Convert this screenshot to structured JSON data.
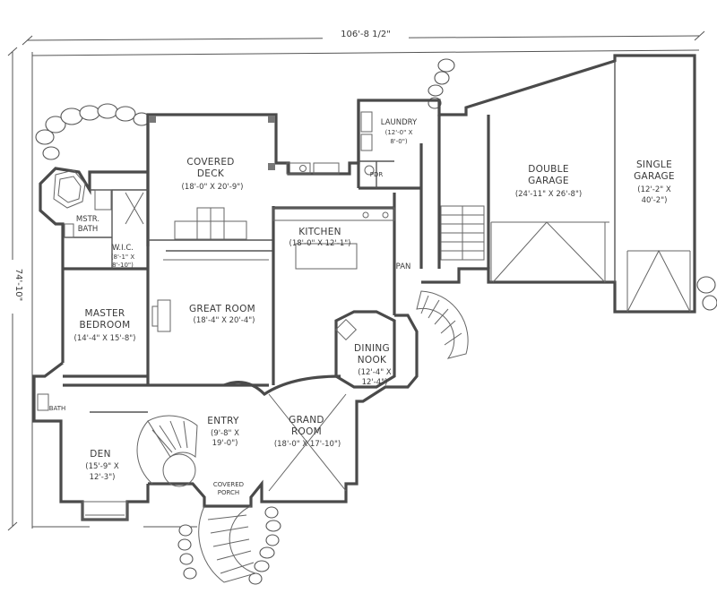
{
  "dimensions": {
    "overall_width": "106'-8 1/2\"",
    "overall_depth": "74'-10\""
  },
  "rooms": {
    "covered_deck": {
      "name_line1": "COVERED",
      "name_line2": "DECK",
      "size": "(18'-0\" X 20'-9\")"
    },
    "laundry": {
      "name": "LAUNDRY",
      "size_line1": "(12'-0\" X",
      "size_line2": "8'-0\")"
    },
    "double_garage": {
      "name_line1": "DOUBLE",
      "name_line2": "GARAGE",
      "size": "(24'-11\" X 26'-8\")"
    },
    "single_garage": {
      "name_line1": "SINGLE",
      "name_line2": "GARAGE",
      "size_line1": "(12'-2\" X",
      "size_line2": "40'-2\")"
    },
    "master_bath": {
      "name_line1": "MSTR.",
      "name_line2": "BATH"
    },
    "wic": {
      "name": "W.I.C.",
      "size_line1": "(8'-1\" X",
      "size_line2": "8'-10\")"
    },
    "kitchen": {
      "name": "KITCHEN",
      "size": "(18'-0\" X 12'-1\")"
    },
    "great_room": {
      "name": "GREAT ROOM",
      "size": "(18'-4\" X 20'-4\")"
    },
    "master_bedroom": {
      "name_line1": "MASTER",
      "name_line2": "BEDROOM",
      "size": "(14'-4\" X 15'-8\")"
    },
    "pantry": {
      "name": "PAN"
    },
    "dining_nook": {
      "name_line1": "DINING",
      "name_line2": "NOOK",
      "size_line1": "(12'-4\" X",
      "size_line2": "12'-4\")"
    },
    "bath": {
      "name": "BATH"
    },
    "entry": {
      "name": "ENTRY",
      "size_line1": "(9'-8\" X",
      "size_line2": "19'-0\")"
    },
    "grand_room": {
      "name_line1": "GRAND",
      "name_line2": "ROOM",
      "size": "(18'-0\" X 17'-10\")"
    },
    "den": {
      "name": "DEN",
      "size_line1": "(15'-9\" X",
      "size_line2": "12'-3\")"
    },
    "covered_porch": {
      "name_line1": "COVERED",
      "name_line2": "PORCH"
    },
    "powder": {
      "name": "PDR"
    }
  }
}
